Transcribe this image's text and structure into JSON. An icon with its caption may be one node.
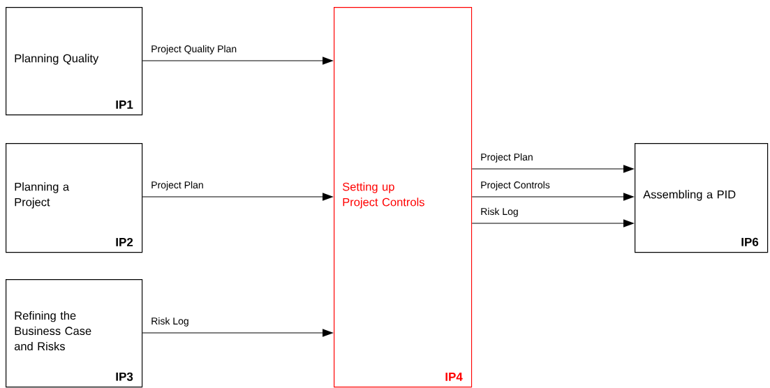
{
  "diagram": {
    "nodes": [
      {
        "text": [
          "Planning Quality",
          "IP1"
        ]
      },
      {
        "text": [
          "Planning a Project",
          "IP2"
        ]
      },
      {
        "text": [
          "Refining the Business Case and Risks",
          "IP3"
        ]
      },
      {
        "text": [
          "Setting up Project Controls",
          "IP4"
        ]
      },
      {
        "text": [
          "Assembling a PID",
          "IP6"
        ]
      }
    ],
    "edges": [
      {
        "from": 0,
        "to": 3,
        "arrow": "to",
        "label": "Project Quality Plan"
      },
      {
        "from": 1,
        "to": 3,
        "arrow": "to",
        "label": "Project Plan"
      },
      {
        "from": 2,
        "to": 3,
        "arrow": "to",
        "label": "Risk Log"
      },
      {
        "from": 3,
        "to": 4,
        "arrow": "to",
        "label": "Project Plan"
      },
      {
        "from": 3,
        "to": 4,
        "arrow": "to",
        "label": "Project Controls"
      },
      {
        "from": 3,
        "to": 4,
        "arrow": "to",
        "label": "Risk Log"
      }
    ]
  }
}
